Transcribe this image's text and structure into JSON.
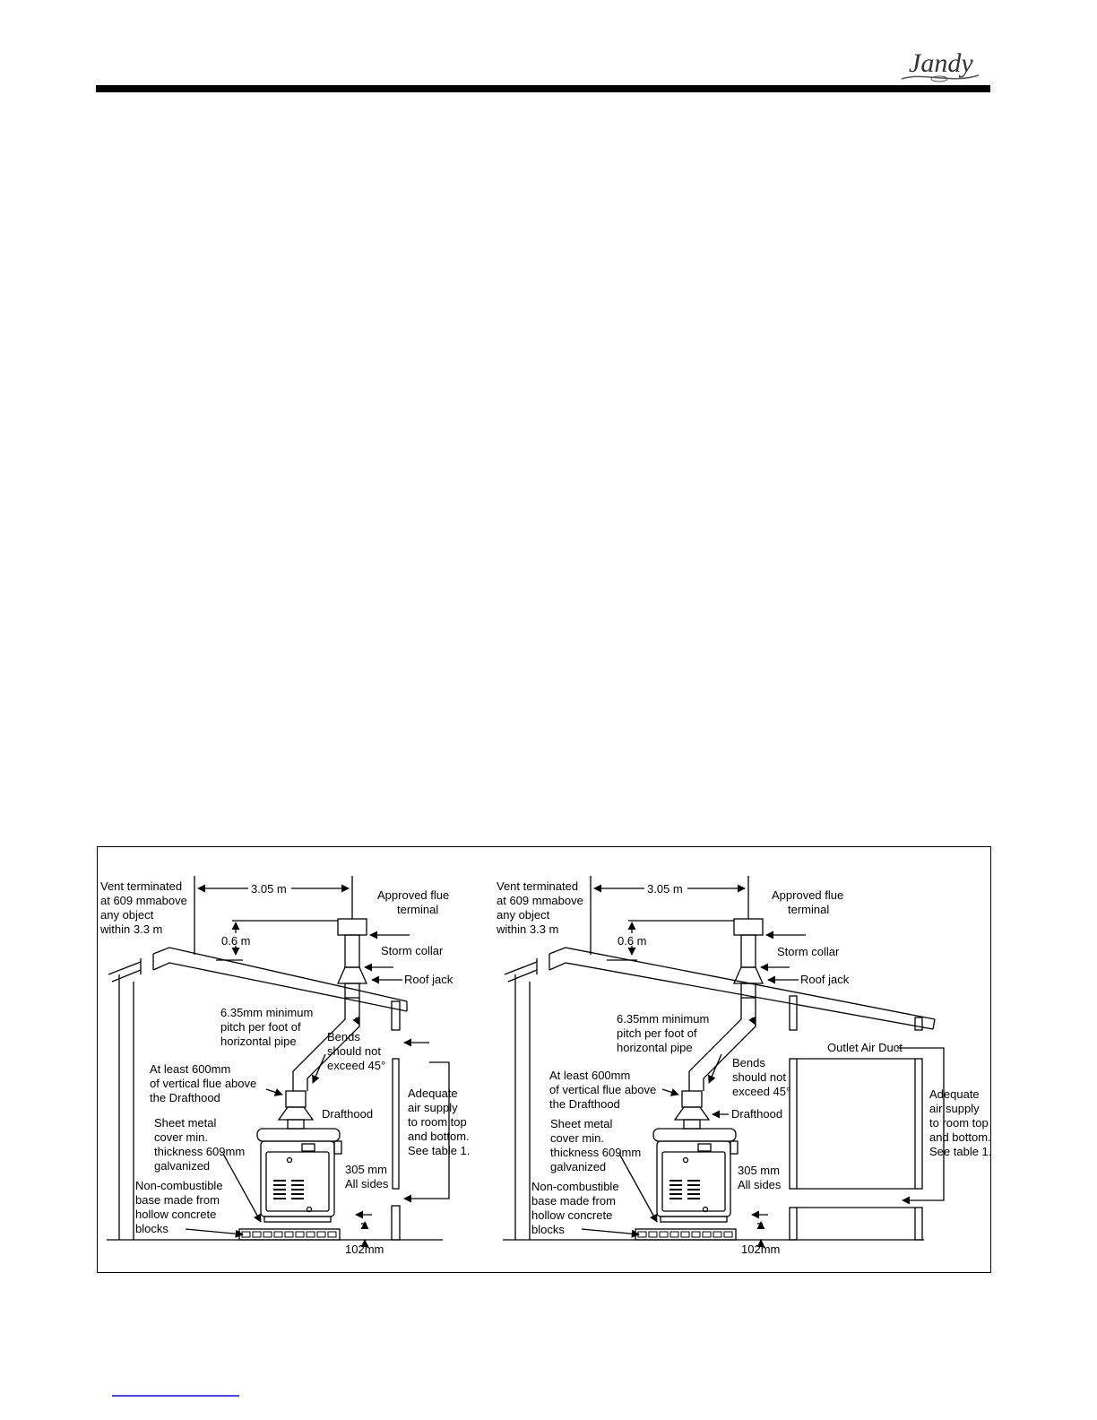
{
  "header": {
    "logo_text": "Jandy"
  },
  "figure": {
    "left_panel": {
      "vent_terminated": [
        "Vent terminated",
        "at 609 mmabove",
        "any object",
        "within 3.3 m"
      ],
      "distance_horizontal": "3.05 m",
      "distance_vertical": "0.6 m",
      "flue_terminal": [
        "Approved flue",
        "terminal"
      ],
      "storm_collar": "Storm collar",
      "roof_jack": "Roof jack",
      "pitch": [
        "6.35mm minimum",
        "pitch per foot of",
        "horizontal pipe"
      ],
      "bends": [
        "Bends",
        "should not",
        "exceed 45°"
      ],
      "vertical_flue": [
        "At least 600mm",
        "of vertical flue above",
        "the Drafthood"
      ],
      "drafthood": "Drafthood",
      "air_supply": [
        "Adequate",
        "air supply",
        "to room top",
        "and bottom.",
        "See table 1."
      ],
      "sheet_metal": [
        "Sheet metal",
        "cover min.",
        "thickness 609mm",
        "galvanized"
      ],
      "clearance": [
        "305 mm",
        "All sides"
      ],
      "base": [
        "Non-combustible",
        "base made from",
        "hollow concrete",
        "blocks"
      ],
      "base_height": "102mm"
    },
    "right_panel": {
      "vent_terminated": [
        "Vent terminated",
        "at 609 mmabove",
        "any object",
        "within 3.3 m"
      ],
      "distance_horizontal": "3.05 m",
      "distance_vertical": "0.6 m",
      "flue_terminal": [
        "Approved flue",
        "terminal"
      ],
      "storm_collar": "Storm collar",
      "roof_jack": "Roof jack",
      "pitch": [
        "6.35mm minimum",
        "pitch per foot of",
        "horizontal pipe"
      ],
      "bends": [
        "Bends",
        "should not",
        "exceed 45°"
      ],
      "vertical_flue": [
        "At least 600mm",
        "of vertical flue above",
        "the Drafthood"
      ],
      "drafthood": "Drafthood",
      "outlet_duct": "Outlet Air Duct",
      "air_supply": [
        "Adequate",
        "air supply",
        "to room top",
        "and bottom.",
        "See table 1."
      ],
      "sheet_metal": [
        "Sheet metal",
        "cover min.",
        "thickness 609mm",
        "galvanized"
      ],
      "clearance": [
        "305 mm",
        "All sides"
      ],
      "base": [
        "Non-combustible",
        "base made from",
        "hollow concrete",
        "blocks"
      ],
      "base_height": "102mm"
    }
  },
  "footer": {
    "link_color": "#4a4adf"
  }
}
